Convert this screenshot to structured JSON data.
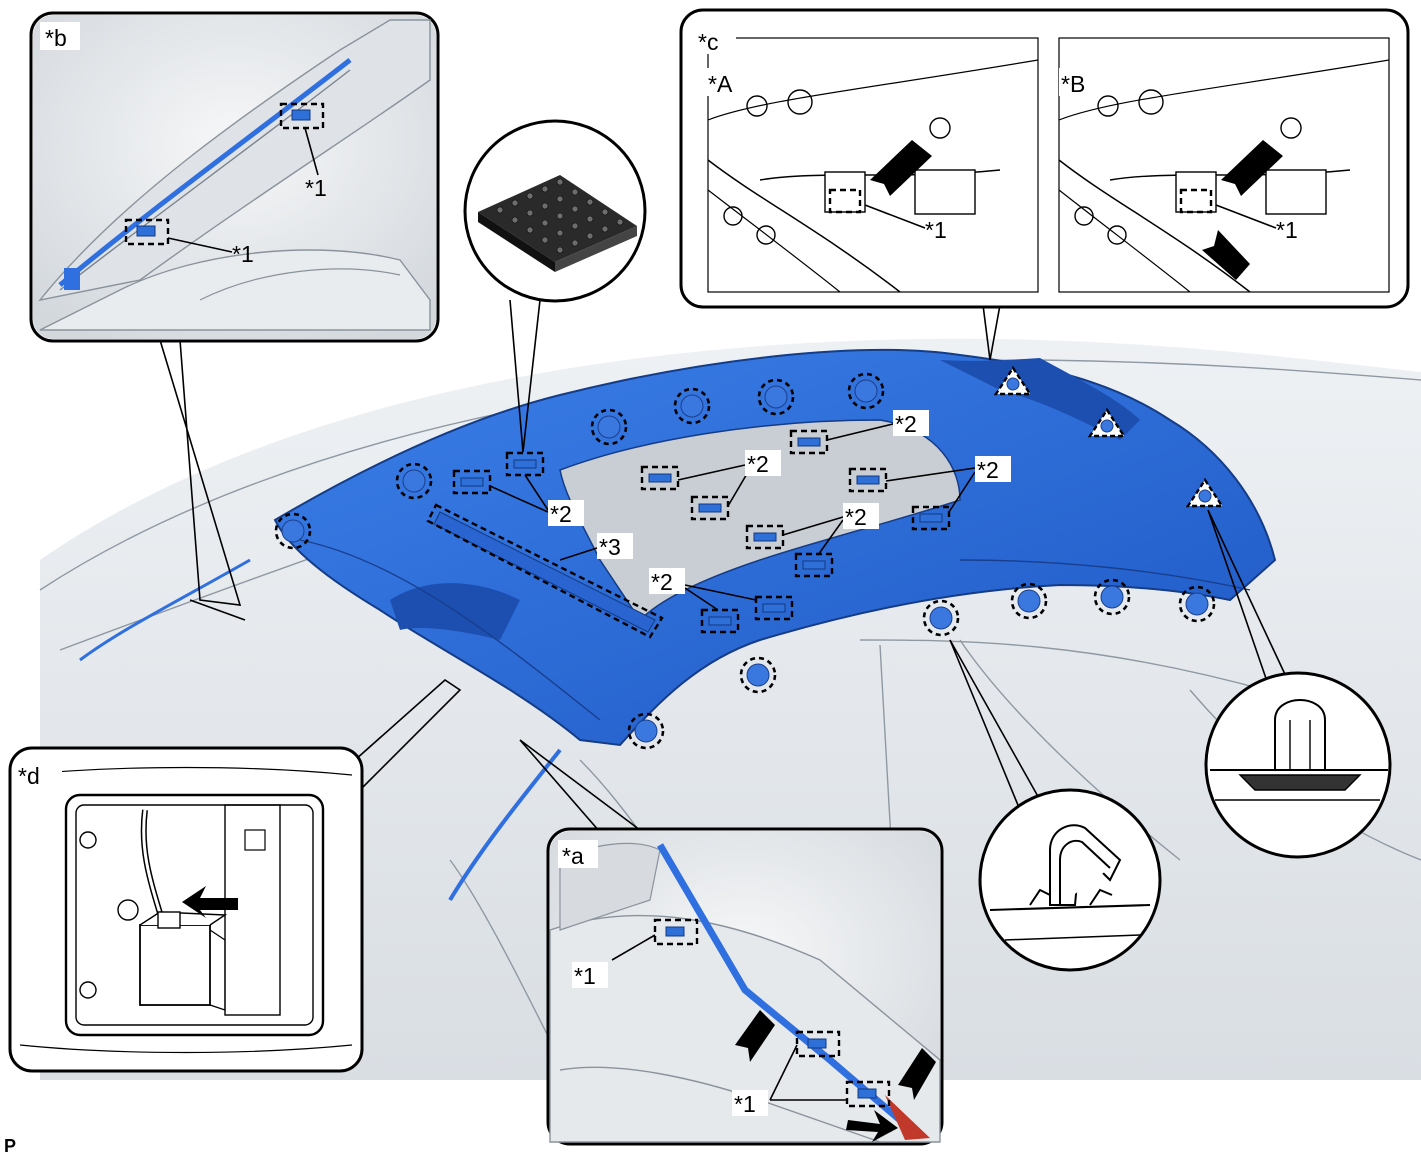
{
  "labels": {
    "view_a": "*a",
    "view_b": "*b",
    "view_c": "*c",
    "view_d": "*d",
    "state_a": "*A",
    "state_b": "*B",
    "clip_1": "*1",
    "clip_2": "*2",
    "strip_3": "*3",
    "page_mark": "P"
  },
  "colors": {
    "headliner": "#2f6fe0",
    "headliner_edge": "#173d8a",
    "clip": "#3a78e0",
    "line": "#000000",
    "shade": "#e4e8ec"
  },
  "icons": [
    "clip-icon",
    "clip-claw-icon",
    "clip-triangle-icon",
    "tape-icon",
    "arrow-icon",
    "connector-icon"
  ]
}
